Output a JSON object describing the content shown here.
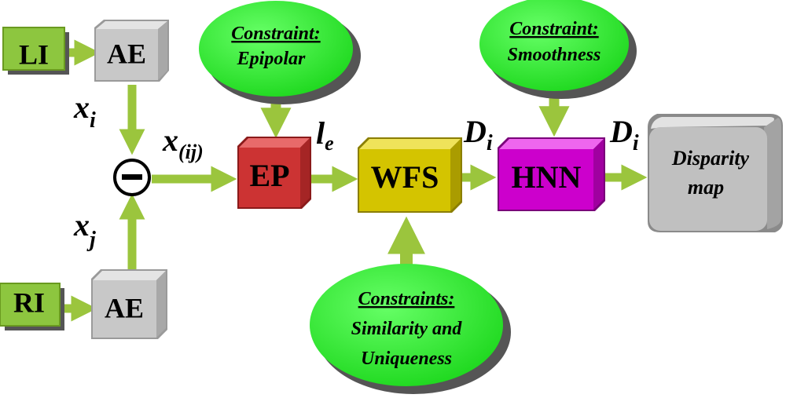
{
  "diagram": {
    "blocks": {
      "li": "LI",
      "ri": "RI",
      "ae_top": "AE",
      "ae_bottom": "AE",
      "ep": "EP",
      "wfs": "WFS",
      "hnn": "HNN",
      "disparity_line1": "Disparity",
      "disparity_line2": "map",
      "minus": "−"
    },
    "constraints": {
      "epipolar": {
        "heading": "Constraint:",
        "text": "Epipolar"
      },
      "smoothness": {
        "heading": "Constraint:",
        "text": "Smoothness"
      },
      "similarity": {
        "heading": "Constraints:",
        "line1": "Similarity and",
        "line2": "Uniqueness"
      }
    },
    "signals": {
      "xi_base": "x",
      "xi_sub": "i",
      "xj_base": "x",
      "xj_sub": "j",
      "xij_base": "x",
      "xij_sub": "(ij)",
      "le_base": "l",
      "le_sub": "e",
      "d1_base": "D",
      "d1_sub": "i",
      "d2_base": "D",
      "d2_sub": "i"
    },
    "colors": {
      "input_fill": "#8dc63f",
      "arrow": "#9bc53d",
      "ae_fill": "#c8c8c8",
      "ep_fill": "#cc3333",
      "wfs_fill": "#d4c400",
      "hnn_fill": "#cc00cc",
      "disparity_fill": "#c0c0c0",
      "constraint_fill": "#22ee22",
      "shadow": "#555555"
    }
  }
}
